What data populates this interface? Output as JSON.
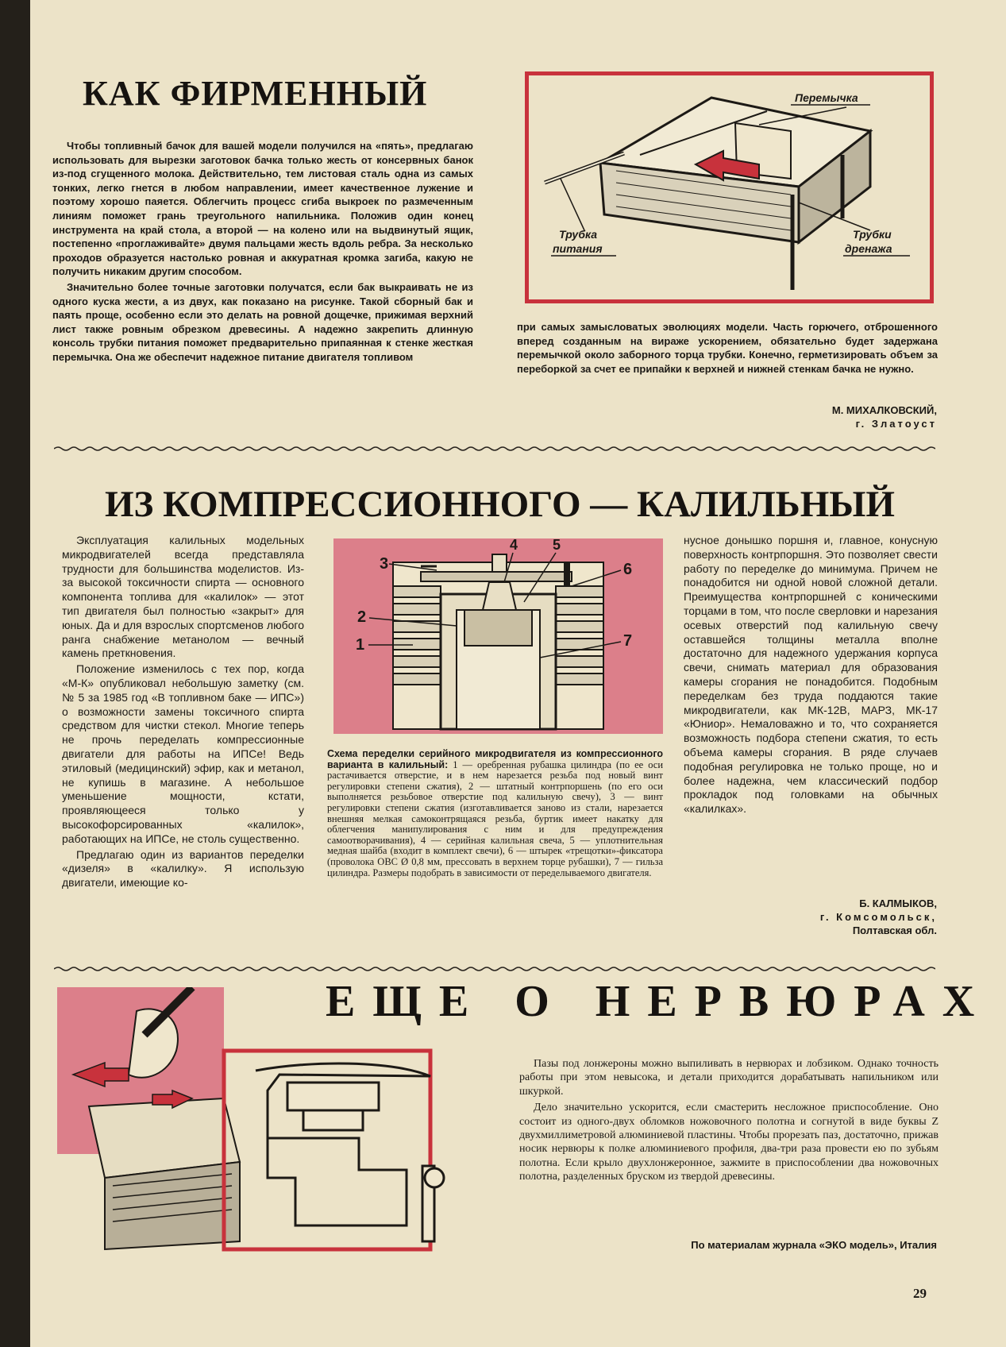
{
  "article1": {
    "title": "КАК ФИРМЕННЫЙ",
    "paragraphs": [
      "Чтобы топливный бачок для вашей модели получился на «пять», предлагаю использовать для вырезки заготовок бачка только жесть от консервных банок из-под сгущенного молока. Действительно, тем листовая сталь одна из самых тонких, легко гнется в любом направлении, имеет качественное лужение и поэтому хорошо паяется. Облегчить процесс сгиба выкроек по размеченным линиям поможет грань треугольного напильника. Положив один конец инструмента на край стола, а второй — на колено или на выдвинутый ящик, постепенно «проглаживайте» двумя пальцами жесть вдоль ребра. За несколько проходов образуется настолько ровная и аккуратная кромка загиба, какую не получить никаким другим способом.",
      "Значительно более точные заготовки получатся, если бак выкраивать не из одного куска жести, а из двух, как показано на рисунке. Такой сборный бак и паять проще, особенно если это делать на ровной дощечке, прижимая верхний лист также ровным обрезком древесины. А надежно закрепить длинную консоль трубки питания поможет предварительно припаянная к стенке жесткая перемычка. Она же обеспечит надежное питание двигателя топливом"
    ],
    "continuation": "при самых замысловатых эволюциях модели. Часть горючего, отброшенного вперед созданным на вираже ускорением, обязательно будет задержана перемычкой около заборного торца трубки. Конечно, герметизировать объем за переборкой за счет ее припайки к верхней и нижней стенкам бачка не нужно.",
    "author": "М. МИХАЛКОВСКИЙ,",
    "city": "г. Златоуст",
    "figure_labels": {
      "bridge": "Перемычка",
      "feed_tube_1": "Трубка",
      "feed_tube_2": "питания",
      "drain_tubes_1": "Трубки",
      "drain_tubes_2": "дренажа"
    }
  },
  "article2": {
    "title": "ИЗ КОМПРЕССИОННОГО — КАЛИЛЬНЫЙ",
    "left_paragraphs": [
      "Эксплуатация калильных модельных микродвигателей всегда представляла трудности для большинства моделистов. Из-за высокой токсичности спирта — основного компонента топлива для «калилок» — этот тип двигателя был полностью «закрыт» для юных. Да и для взрослых спортсменов любого ранга снабжение метанолом — вечный камень преткновения.",
      "Положение изменилось с тех пор, когда «М-К» опубликовал небольшую заметку (см. № 5 за 1985 год «В топливном баке — ИПС») о возможности замены токсичного спирта средством для чистки стекол. Многие теперь не прочь переделать компрессионные двигатели для работы на ИПСе! Ведь этиловый (медицинский) эфир, как и метанол, не купишь в магазине. А небольшое уменьшение мощности, кстати, проявляющееся только у высокофорсированных «калилок», работающих на ИПСе, не столь существенно.",
      "Предлагаю один из вариантов переделки «дизеля» в «калилку». Я использую двигатели, имеющие ко-"
    ],
    "right_text": "нусное донышко поршня и, главное, конусную поверхность контрпоршня. Это позволяет свести работу по переделке до минимума. Причем не понадобится ни одной новой сложной детали. Преимущества контрпоршней с коническими торцами в том, что после сверловки и нарезания осевых отверстий под калильную свечу оставшейся толщины металла вполне достаточно для надежного удержания корпуса свечи, снимать материал для образования камеры сгорания не понадобится. Подобным переделкам без труда поддаются такие микродвигатели, как МК-12В, МАРЗ, МК-17 «Юниор». Немаловажно и то, что сохраняется возможность подбора степени сжатия, то есть объема камеры сгорания. В ряде случаев подобная регулировка не только проще, но и более надежна, чем классический подбор прокладок под головками на обычных «калилках».",
    "caption_title": "Схема переделки серийного микродвигателя из компрессионного варианта в калильный:",
    "caption_body": "1 — оребренная рубашка цилиндра (по ее оси растачивается отверстие, и в нем нарезается резьба под новый винт регулировки степени сжатия), 2 — штатный контрпоршень (по его оси выполняется резьбовое отверстие под калильную свечу), 3 — винт регулировки степени сжатия (изготавливается заново из стали, нарезается внешняя мелкая самоконтрящаяся резьба, буртик имеет накатку для облегчения манипулирования с ним и для предупреждения самоотворачивания), 4 — серийная калильная свеча, 5 — уплотнительная медная шайба (входит в комплект свечи), 6 — штырек «трещотки»-фиксатора (проволока ОВС Ø 0,8 мм, прессовать в верхнем торце рубашки), 7 — гильза цилиндра. Размеры подобрать в зависимости от переделываемого двигателя.",
    "diagram_numbers": [
      "1",
      "2",
      "3",
      "4",
      "5",
      "6",
      "7"
    ],
    "author": "Б. КАЛМЫКОВ,",
    "city": "г. Комсомольск,",
    "region": "Полтавская обл."
  },
  "article3": {
    "title": "ЕЩЕ О НЕРВЮРАХ",
    "paragraphs": [
      "Пазы под лонжероны можно выпиливать в нервюрах и лобзиком. Однако точность работы при этом невысока, и детали приходится дорабатывать напильником или шкуркой.",
      "Дело значительно ускорится, если смастерить несложное приспособление. Оно состоит из одного-двух обломков ножовочного полотна и согнутой в виде буквы Z двухмиллиметровой алюминиевой пластины. Чтобы прорезать паз, достаточно, прижав носик нервюры к полке алюминиевого профиля, два-три раза провести ею по зубьям полотна. Если крыло двухлонжеронное, зажмите в приспособлении два ножовочных полотна, разделенных бруском из твердой древесины."
    ],
    "source": "По материалам журнала «ЭКО модель», Италия"
  },
  "page_number": "29",
  "colors": {
    "paper": "#ece3c8",
    "accent_red": "#c8323c",
    "pink_fill": "#dc7f8a",
    "ink": "#1c1915"
  }
}
